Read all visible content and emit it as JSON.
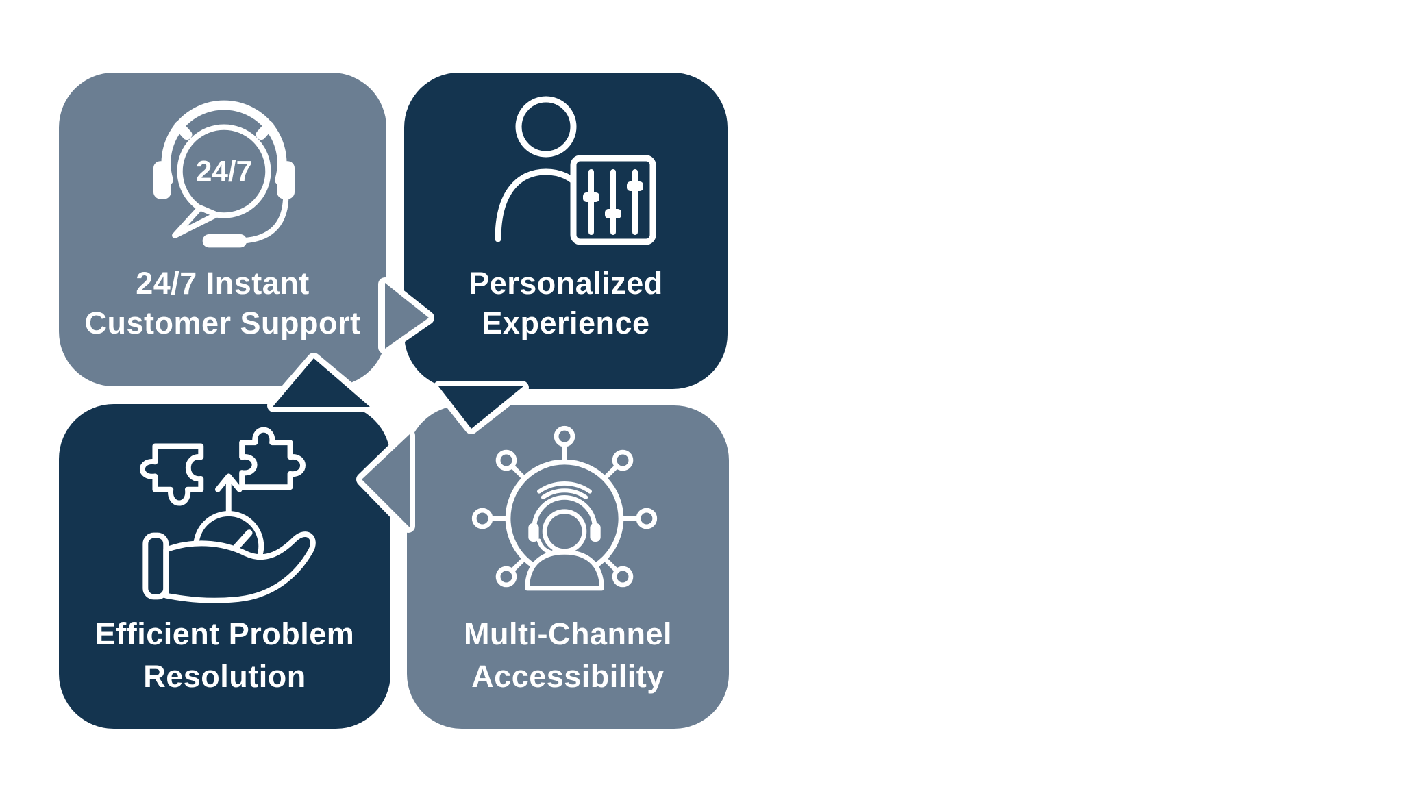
{
  "canvas": {
    "background": "#ffffff"
  },
  "colors": {
    "slate": "#6B7E92",
    "navy": "#14344F",
    "outline": "#ffffff",
    "icon_stroke": "#ffffff",
    "text": "#ffffff"
  },
  "cards": [
    {
      "id": "instant-support",
      "title_line1": "24/7 Instant",
      "title_line2": "Customer Support",
      "color": "slate",
      "icon": "headset-24-7-speech-bubble",
      "badge": "24/7"
    },
    {
      "id": "personalized-experience",
      "title_line1": "Personalized",
      "title_line2": "Experience",
      "color": "navy",
      "icon": "person-with-sliders"
    },
    {
      "id": "problem-resolution",
      "title_line1": "Efficient Problem",
      "title_line2": "Resolution",
      "color": "navy",
      "icon": "puzzle-check-hand"
    },
    {
      "id": "multi-channel",
      "title_line1": "Multi-Channel",
      "title_line2": "Accessibility",
      "color": "slate",
      "icon": "agent-network"
    }
  ]
}
